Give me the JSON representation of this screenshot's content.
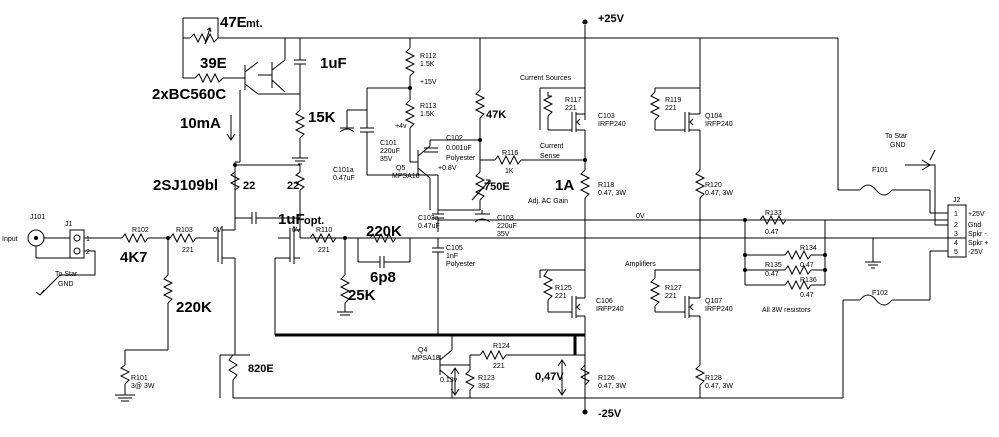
{
  "rails": {
    "pos": "+25V",
    "neg": "-25V",
    "zero": "0V"
  },
  "labels_bold": {
    "trim_pot": "47E",
    "trim_pot_suffix": "mt.",
    "r39": "39E",
    "cap_1uf_top": "1uF",
    "bc560": "2xBC560C",
    "current": "10mA",
    "r15k": "15K",
    "jfet": "2SJ109bl",
    "r22a": "22",
    "r22b": "22",
    "cap_1uf_mid": "1uF",
    "cap_1uf_mid_suffix": "opt.",
    "r4k7": "4K7",
    "r220k_in": "220K",
    "r220k_fb": "220K",
    "c6p8": "6p8",
    "r25k": "25K",
    "r47k": "47K",
    "r750": "750E",
    "amp_1a": "1A",
    "r820": "820E",
    "v047": "0,47V"
  },
  "labels_small": {
    "j101": "J101",
    "input": "Input",
    "j1": "J1",
    "to_star_gnd_left": "To Star",
    "gnd_left": "GND",
    "r102": "R102",
    "r103": "R103",
    "r103v": "221",
    "r101": "R101",
    "r101v": "3@ 3W",
    "r112": "R112",
    "r112v": "1.5K",
    "v15": "+15V",
    "r113": "R113",
    "r113v": "1.5K",
    "v4": "+4v",
    "c101": "C101",
    "c101v1": "220uF",
    "c101v2": "35V",
    "c101a": "C101a",
    "c101av": "0.47uF",
    "c102": "C102",
    "c102v1": "0.001uF",
    "c102v2": "Polyester",
    "q5": "Q5",
    "q5v": "MPSA18",
    "v08": "+0.8V",
    "r116": "R116",
    "r116v": "1K",
    "current_sources": "Current Sources",
    "current_sense1": "Current",
    "current_sense2": "Sense",
    "r117": "R117",
    "r117v": "221",
    "c103q": "C103",
    "irfp1": "IRFP240",
    "r119": "R119",
    "r119v": "221",
    "q104": "Q104",
    "irfp2": "IRFP240",
    "r118": "R118",
    "r118v": "0.47, 3W",
    "r120": "R120",
    "r120v": "0.47, 3W",
    "adj": "Adj. AC Gain",
    "c103a": "C103a",
    "c103av": "0.47uF",
    "c103": "C103",
    "c103v1": "220uF",
    "c103v2": "35V",
    "r110": "R110",
    "r110v": "221",
    "c105": "C105",
    "c105v1": "1nF",
    "c105v2": "Polyester",
    "amplifiers": "Amplifiers",
    "r125": "R125",
    "r125v": "221",
    "c106": "C106",
    "irfp3": "IRFP240",
    "r127": "R127",
    "r127v": "221",
    "q107": "Q107",
    "irfp4": "IRFP240",
    "q4": "Q4",
    "q4v": "MPSA18",
    "r124": "R124",
    "r124v": "221",
    "v013": "0.13v",
    "r123": "R123",
    "r123v": "392",
    "r126": "R126",
    "r126v": "0.47, 3W",
    "r128": "R128",
    "r128v": "0.47, 3W",
    "r133": "R133",
    "r133v": "0.47",
    "r134": "R134",
    "r134v": "0.47",
    "r135": "R135",
    "r135v": "0.47",
    "r136": "R136",
    "r136v": "0.47",
    "all3w": "All 3W resistors",
    "f101": "F101",
    "f102": "F102",
    "to_star_gnd_right": "To Star",
    "gnd_right": "GND",
    "j2": "J2",
    "j2_1": "+25V",
    "j2_2": "Gnd",
    "j2_3": "Spkr -",
    "j2_4": "Spkr +",
    "j2_5": "-25V",
    "pin1": "1",
    "pin2": "2",
    "pin3": "3",
    "pin4": "4",
    "pin5": "5",
    "jp1": "1",
    "jp2": "2",
    "ov1": "0V",
    "ov2": "0V"
  }
}
